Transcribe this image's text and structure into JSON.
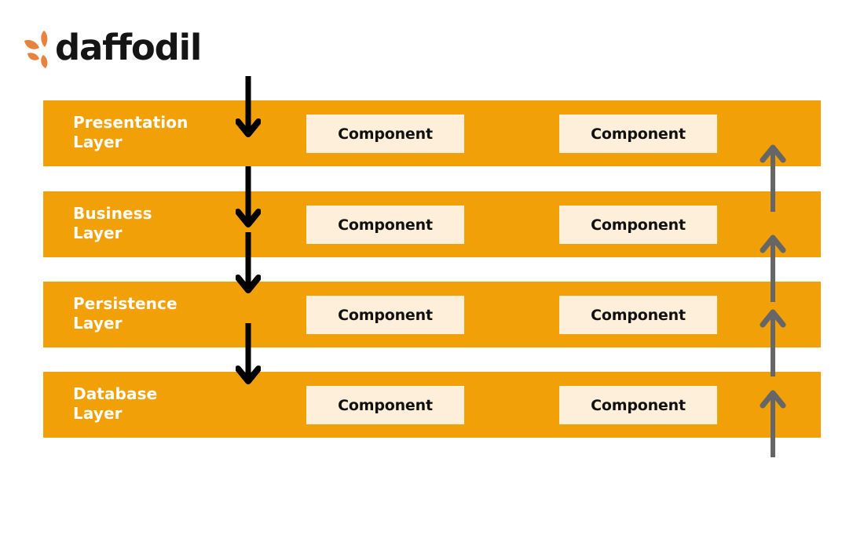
{
  "brand": {
    "name": "daffodil",
    "mark_icon": "daffodil-petals-icon",
    "mark_color": "#E8823C",
    "word_color": "#151515"
  },
  "colors": {
    "layer_bar": "#F2A007",
    "component_box": "#FDEFD9",
    "component_text": "#111111",
    "layer_title_text": "#FFFFFF",
    "down_arrow": "#000000",
    "up_arrow": "#666666",
    "background": "#FFFFFF"
  },
  "diagram": {
    "type": "layered-architecture",
    "component_label": "Component",
    "layers": [
      {
        "title": "Presentation\nLayer",
        "name": "presentation-layer",
        "components": [
          "Component",
          "Component"
        ]
      },
      {
        "title": "Business\nLayer",
        "name": "business-layer",
        "components": [
          "Component",
          "Component"
        ]
      },
      {
        "title": "Persistence\nLayer",
        "name": "persistence-layer",
        "components": [
          "Component",
          "Component"
        ]
      },
      {
        "title": "Database\nLayer",
        "name": "database-layer",
        "components": [
          "Component",
          "Component"
        ]
      }
    ],
    "down_flow_arrows": 4,
    "up_flow_arrows": 4
  }
}
